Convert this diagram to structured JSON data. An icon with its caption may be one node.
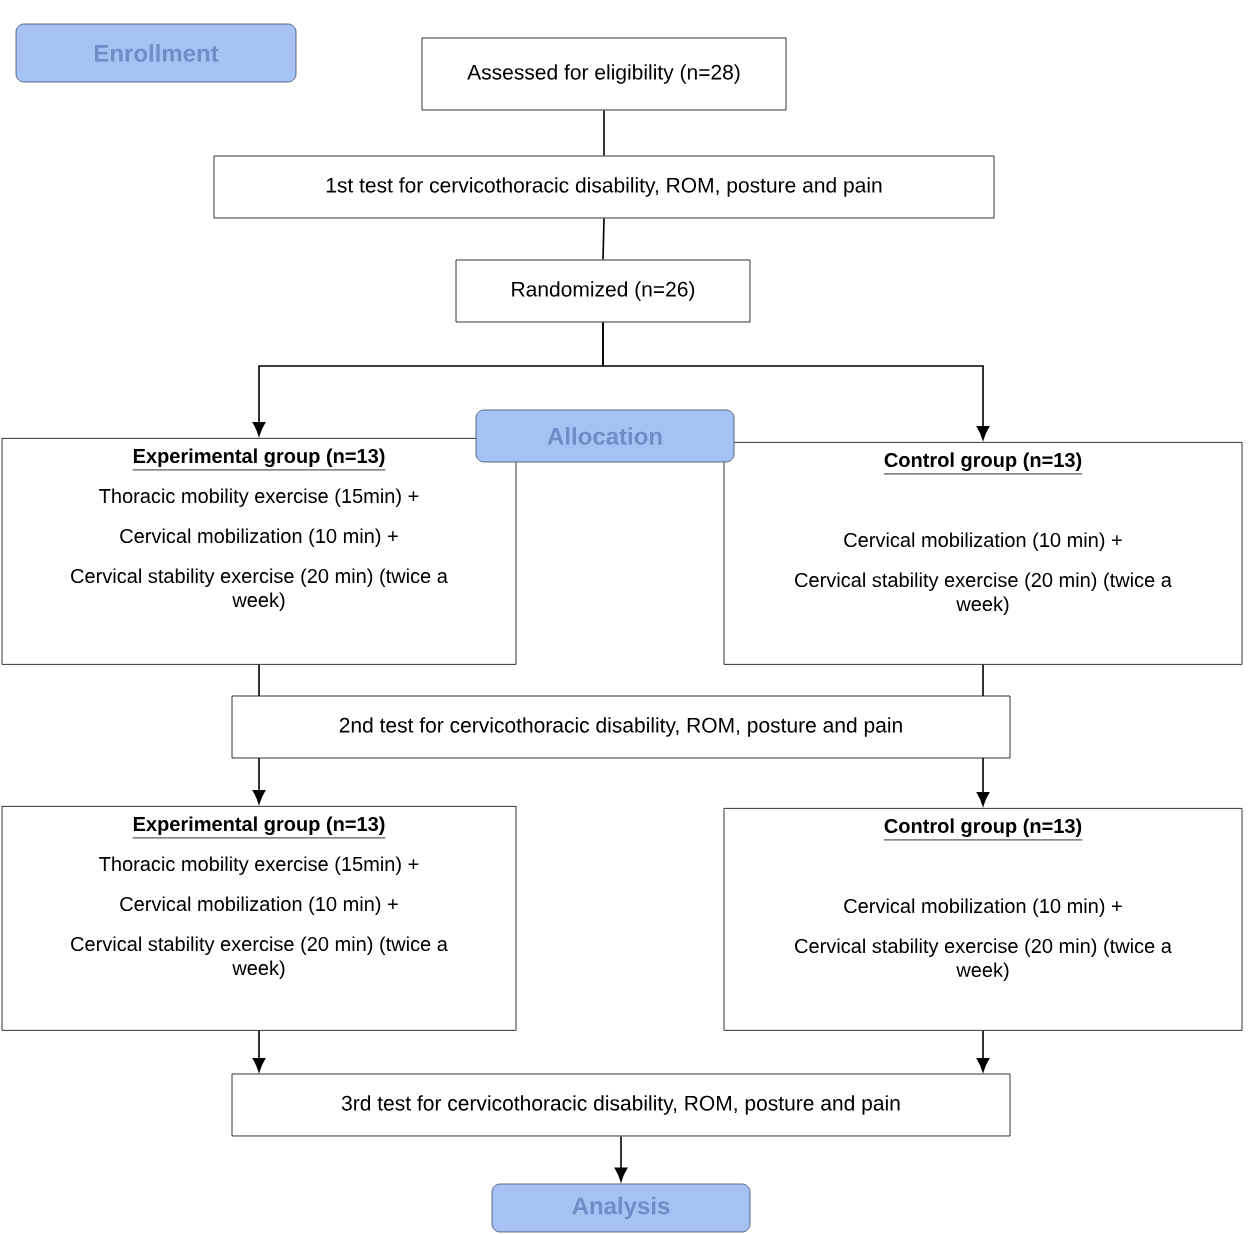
{
  "diagram": {
    "nodes": [
      {
        "text": [
          "Enrollment"
        ]
      },
      {
        "text": [
          "Assessed for eligibility (n=28)"
        ]
      },
      {
        "text": [
          "1st test for cervicothoracic disability, ROM, posture and pain"
        ]
      },
      {
        "text": [
          "Randomized (n=26)"
        ]
      },
      {
        "text": [
          "Allocation"
        ]
      },
      {
        "text": [
          "Experimental group (n=13)",
          "Thoracic mobility exercise (15min) +",
          "Cervical mobilization (10 min) +",
          "Cervical stability exercise (20 min) (twice a week)"
        ]
      },
      {
        "text": [
          "Control group (n=13)",
          "Cervical mobilization (10 min) +",
          "Cervical stability exercise (20 min) (twice a week)"
        ]
      },
      {
        "text": [
          "2nd test for cervicothoracic disability, ROM, posture and pain"
        ]
      },
      {
        "text": [
          "Experimental group (n=13)",
          "Thoracic mobility exercise (15min) +",
          "Cervical mobilization (10 min) +",
          "Cervical stability exercise (20 min) (twice a week)"
        ]
      },
      {
        "text": [
          "Control group (n=13)",
          "Cervical mobilization (10 min) +",
          "Cervical stability exercise (20 min) (twice a week)"
        ]
      },
      {
        "text": [
          "3rd test for cervicothoracic disability, ROM, posture and pain"
        ]
      },
      {
        "text": [
          "Analysis"
        ]
      }
    ],
    "edges": [
      {
        "from": 1,
        "to": 2,
        "arrow": "none"
      },
      {
        "from": 2,
        "to": 3,
        "arrow": "none"
      },
      {
        "from": 3,
        "to": 5,
        "arrow": "to"
      },
      {
        "from": 3,
        "to": 6,
        "arrow": "to"
      },
      {
        "from": 5,
        "to": 7,
        "arrow": "none"
      },
      {
        "from": 6,
        "to": 7,
        "arrow": "none"
      },
      {
        "from": 7,
        "to": 8,
        "arrow": "to"
      },
      {
        "from": 7,
        "to": 9,
        "arrow": "to"
      },
      {
        "from": 8,
        "to": 10,
        "arrow": "to"
      },
      {
        "from": 9,
        "to": 10,
        "arrow": "to"
      },
      {
        "from": 10,
        "to": 11,
        "arrow": "to"
      }
    ]
  }
}
